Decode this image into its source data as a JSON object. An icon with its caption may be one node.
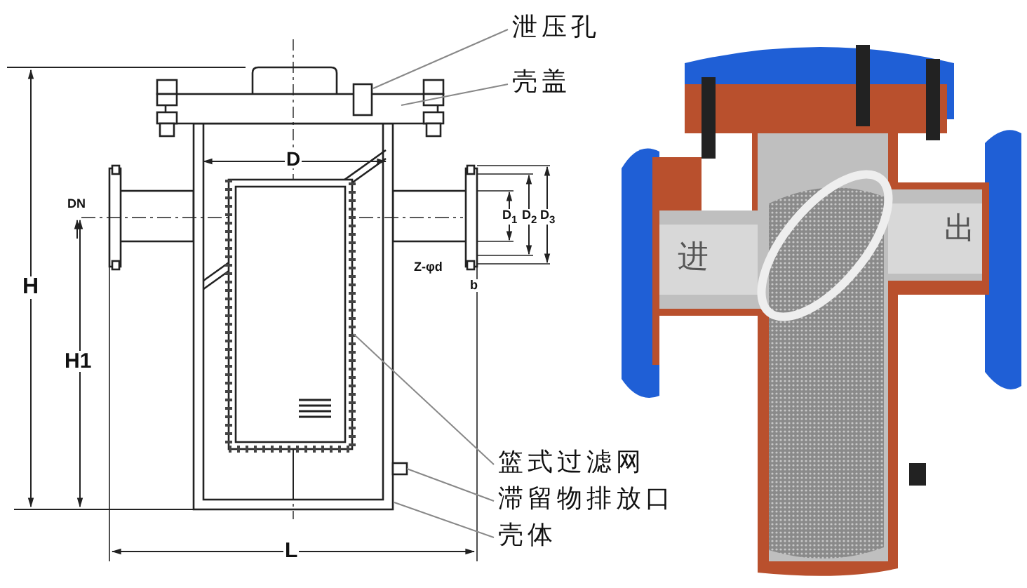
{
  "diagram": {
    "nodes": [
      {
        "text": [
          "泄压孔"
        ]
      },
      {
        "text": [
          "壳盖"
        ]
      },
      {
        "text": [
          "篮式过滤网"
        ]
      },
      {
        "text": [
          "滞留物排放口"
        ]
      },
      {
        "text": [
          "壳体"
        ]
      }
    ],
    "edges": [
      {
        "from": 0,
        "to": null,
        "arrow": "none"
      },
      {
        "from": 1,
        "to": null,
        "arrow": "none"
      },
      {
        "from": 2,
        "to": null,
        "arrow": "none"
      },
      {
        "from": 3,
        "to": null,
        "arrow": "none"
      },
      {
        "from": 4,
        "to": null,
        "arrow": "none"
      }
    ],
    "labels": [
      "D",
      "DN",
      "D$_{1}$",
      "D$_{2}$",
      "D$_{3}$",
      "H",
      "H1",
      "Z-φd",
      "b",
      "L",
      "进",
      "出"
    ]
  }
}
